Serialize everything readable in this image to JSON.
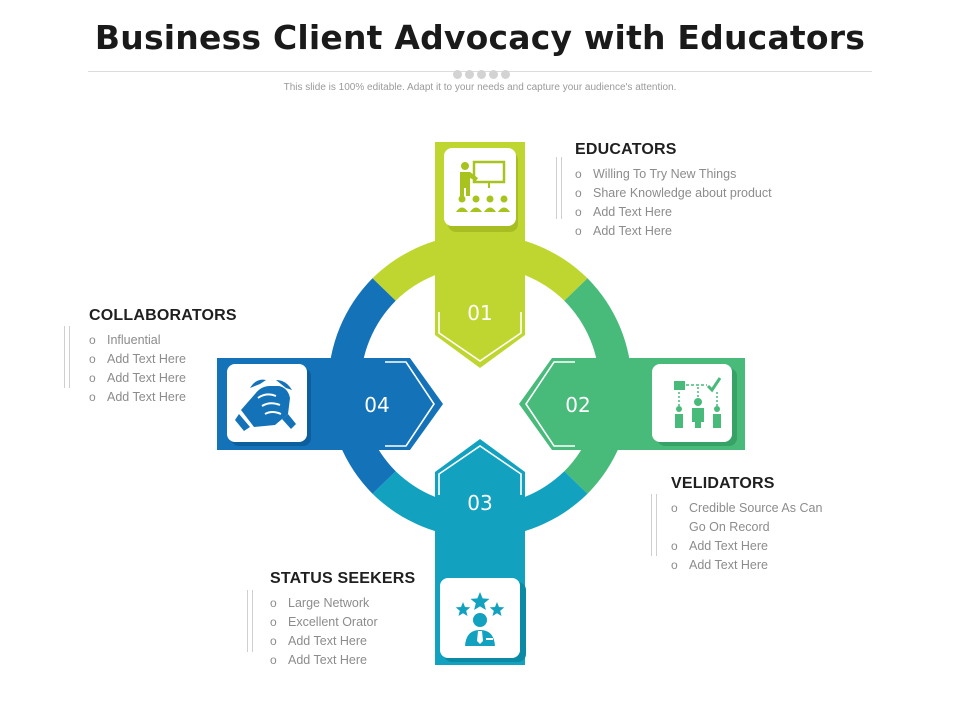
{
  "title": "Business Client Advocacy with Educators",
  "subtitle": "This slide is 100% editable. Adapt it to your needs and capture your audience's attention.",
  "colors": {
    "educators": "#c0d630",
    "velidators": "#48ba7a",
    "status_seekers": "#12a2c0",
    "collaborators": "#1372b8"
  },
  "segments": [
    {
      "number": "01",
      "heading": "EDUCATORS",
      "icon": "teacher-presentation-icon",
      "items": [
        "Willing To Try  New Things",
        "Share Knowledge about product",
        "Add Text Here",
        "Add Text Here"
      ]
    },
    {
      "number": "02",
      "heading": "VELIDATORS",
      "icon": "validation-flow-icon",
      "items": [
        "Credible  Source As Can Go On Record",
        "Add Text Here",
        "Add Text Here"
      ]
    },
    {
      "number": "03",
      "heading": "STATUS SEEKERS",
      "icon": "star-person-icon",
      "items": [
        "Large Network",
        "Excellent Orator",
        "Add Text Here",
        "Add Text Here"
      ]
    },
    {
      "number": "04",
      "heading": "COLLABORATORS",
      "icon": "handshake-icon",
      "items": [
        "Influential",
        "Add Text Here",
        "Add Text Here",
        "Add Text Here"
      ]
    }
  ]
}
